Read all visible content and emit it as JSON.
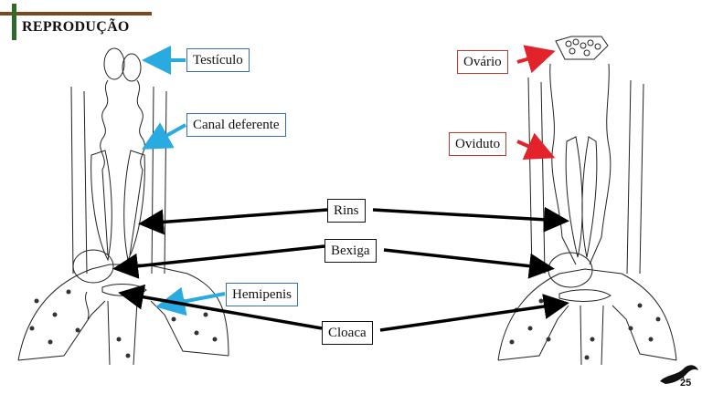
{
  "slide": {
    "title": "REPRODUÇÃO",
    "page_number": "25"
  },
  "labels": {
    "testiculo": "Testículo",
    "canal_deferente": "Canal  deferente",
    "hemipenis": "Hemipenis",
    "ovario": "Ovário",
    "oviduto": "Oviduto",
    "rins": "Rins",
    "bexiga": "Bexiga",
    "cloaca": "Cloaca"
  },
  "colors": {
    "male_arrow": "#29abe2",
    "female_arrow": "#e3232b",
    "shared_arrow": "#000000",
    "title_bar_brown": "#7a4a1e",
    "title_bar_green": "#2e6b2a"
  },
  "icons": {
    "corner_logo": "lizard-icon"
  }
}
